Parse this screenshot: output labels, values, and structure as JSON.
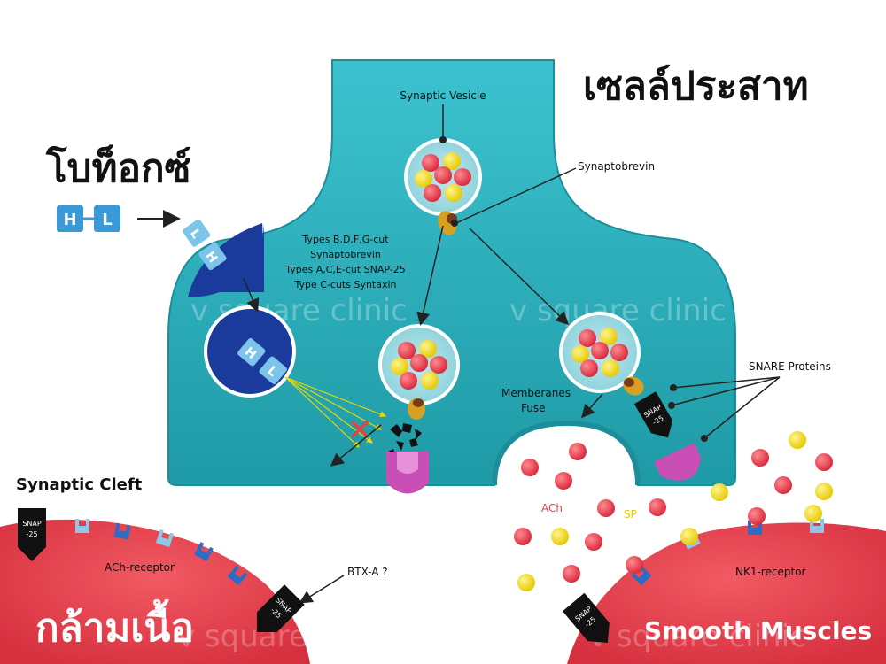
{
  "title_neuron": "เซลล์ประสาท",
  "title_botox": "โบท็อกซ์",
  "toxin_chain_h": "H",
  "toxin_chain_l": "L",
  "label_synaptic_vesicle": "Synaptic Vesicle",
  "label_synaptobrevin": "Synaptobrevin",
  "cut_types": {
    "line1": "Types B,D,F,G-cut",
    "line2": "Synaptobrevin",
    "line3": "Types A,C,E-cut SNAP-25",
    "line4": "Type C-cuts Syntaxin"
  },
  "label_snare": "SNARE Proteins",
  "label_membranes_fuse_1": "Memberanes",
  "label_membranes_fuse_2": "Fuse",
  "label_synaptic_cleft": "Synaptic Cleft",
  "label_ach": "ACh",
  "label_sp": "SP",
  "label_ach_receptor": "ACh-receptor",
  "label_nk1_receptor": "NK1-receptor",
  "label_btx": "BTX-A ?",
  "label_muscle": "กล้ามเนื้อ",
  "label_smooth_muscles": "Smooth Muscles",
  "snap_tag_1": "SNAP",
  "snap_tag_2": "-25",
  "watermark": "v square clinic",
  "colors": {
    "neuron": "#2fb3c0",
    "neuron_dark": "#1b8e9a",
    "muscle": "#e83a4a",
    "toxin_blue": "#1a3b9c",
    "ach_red": "#e8404c",
    "sp_yellow": "#f5e21c",
    "snare_pink": "#c94fb6"
  }
}
